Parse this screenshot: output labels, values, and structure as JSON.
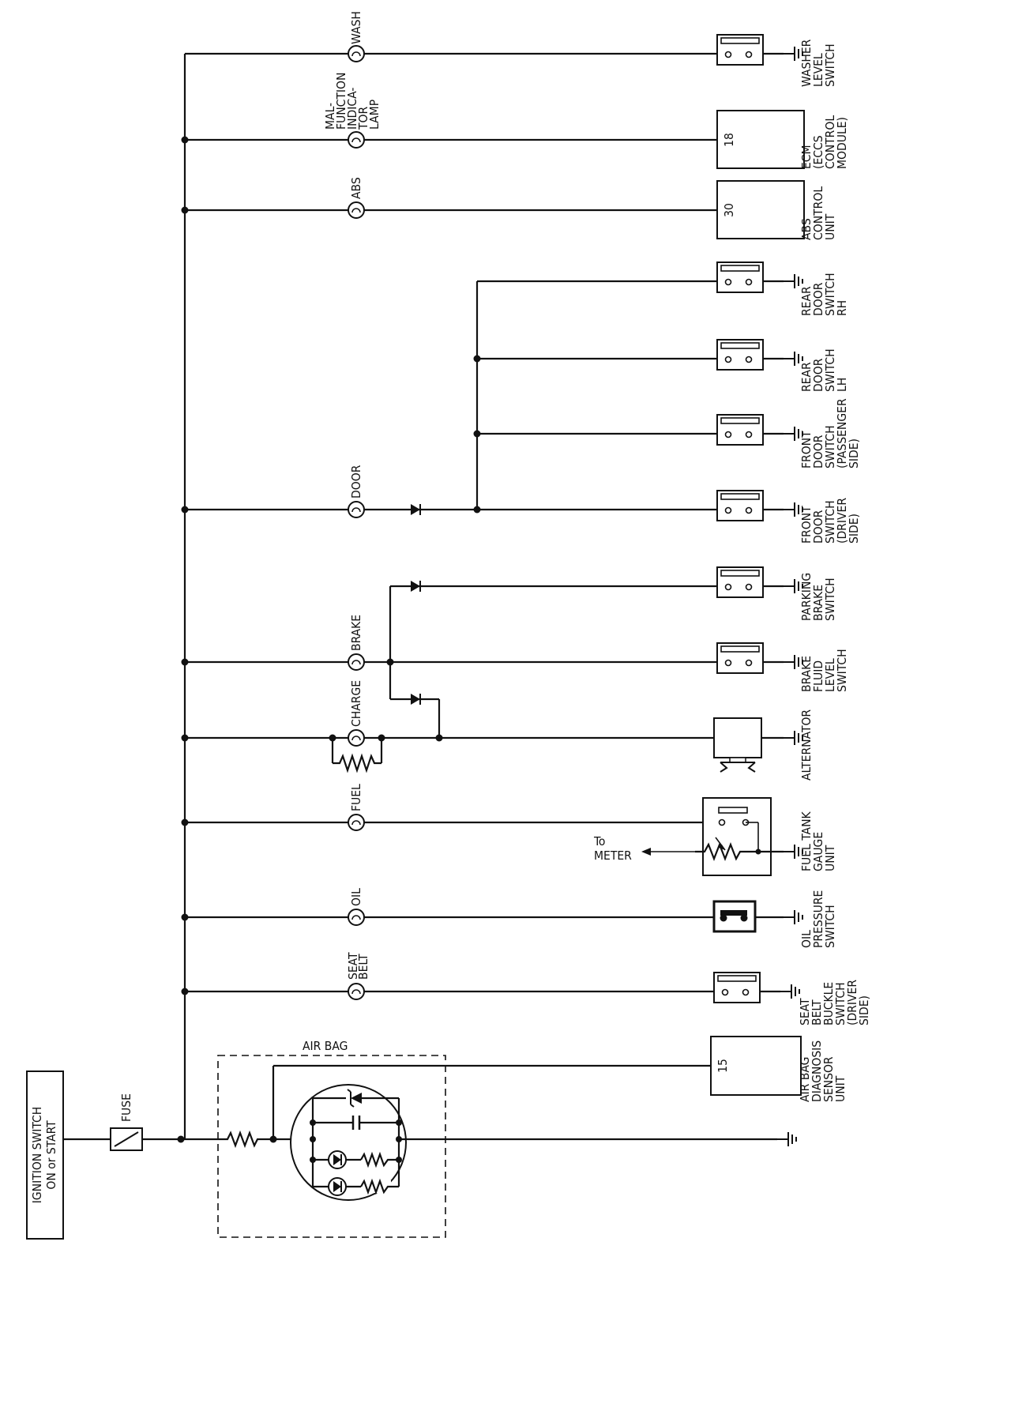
{
  "ignition": {
    "line1": "IGNITION SWITCH",
    "line2": "ON or START"
  },
  "fuse": {
    "label": "FUSE"
  },
  "air_bag": {
    "title": "AIR BAG",
    "terminal": "15",
    "unit": [
      "AIR BAG",
      "DIAGNOSIS",
      "SENSOR",
      "UNIT"
    ]
  },
  "lamps": {
    "seat_belt": [
      "SEAT",
      "BELT"
    ],
    "oil": "OIL",
    "fuel": "FUEL",
    "charge": "CHARGE",
    "brake": "BRAKE",
    "door": "DOOR",
    "abs": "ABS",
    "malfunction": [
      "MAL-",
      "FUNCTION",
      "INDICA-",
      "TOR",
      "LAMP"
    ],
    "wash": "WASH"
  },
  "components": {
    "seat_belt_buckle": [
      "SEAT",
      "BELT",
      "BUCKLE",
      "SWITCH",
      "(DRIVER",
      "SIDE)"
    ],
    "oil_pressure": [
      "OIL",
      "PRESSURE",
      "SWITCH"
    ],
    "fuel_tank": [
      "FUEL TANK",
      "GAUGE",
      "UNIT"
    ],
    "alternator": [
      "ALTERNATOR"
    ],
    "brake_fluid": [
      "BRAKE",
      "FLUID",
      "LEVEL",
      "SWITCH"
    ],
    "parking_brake": [
      "PARKING",
      "BRAKE",
      "SWITCH"
    ],
    "front_door_driver": [
      "FRONT",
      "DOOR",
      "SWITCH",
      "(DRIVER",
      "SIDE)"
    ],
    "front_door_passenger": [
      "FRONT",
      "DOOR",
      "SWITCH",
      "(PASSENGER",
      "SIDE)"
    ],
    "rear_door_lh": [
      "REAR",
      "DOOR",
      "SWITCH",
      "LH"
    ],
    "rear_door_rh": [
      "REAR",
      "DOOR",
      "SWITCH",
      "RH"
    ],
    "abs_unit": [
      "ABS",
      "CONTROL",
      "UNIT"
    ],
    "ecm": [
      "ECM",
      "(ECCS",
      "CONTROL",
      "MODULE)"
    ],
    "washer_level": [
      "WASHER",
      "LEVEL",
      "SWITCH"
    ]
  },
  "terminals": {
    "abs": "30",
    "ecm": "18"
  },
  "to_meter": [
    "To",
    "METER"
  ]
}
